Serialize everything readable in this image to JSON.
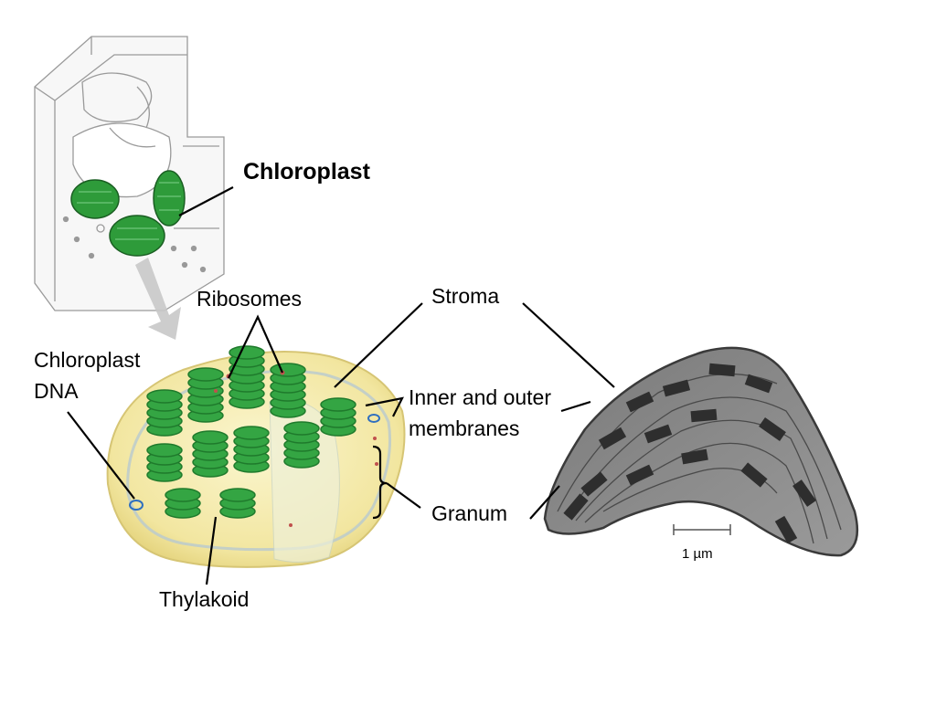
{
  "labels": {
    "chloroplast_title": "Chloroplast",
    "ribosomes": "Ribosomes",
    "stroma": "Stroma",
    "chloroplast_dna_line1": "Chloroplast",
    "chloroplast_dna_line2": "DNA",
    "inner_outer_line1": "Inner and outer",
    "inner_outer_line2": "membranes",
    "granum": "Granum",
    "thylakoid": "Thylakoid",
    "scale_bar": "1 µm"
  },
  "colors": {
    "chloroplast_green": "#2e9b3a",
    "envelope_yellow": "#f3e9a6",
    "micrograph_gray": "#8a8a8a",
    "arrow_gray": "#c8c8c8"
  }
}
